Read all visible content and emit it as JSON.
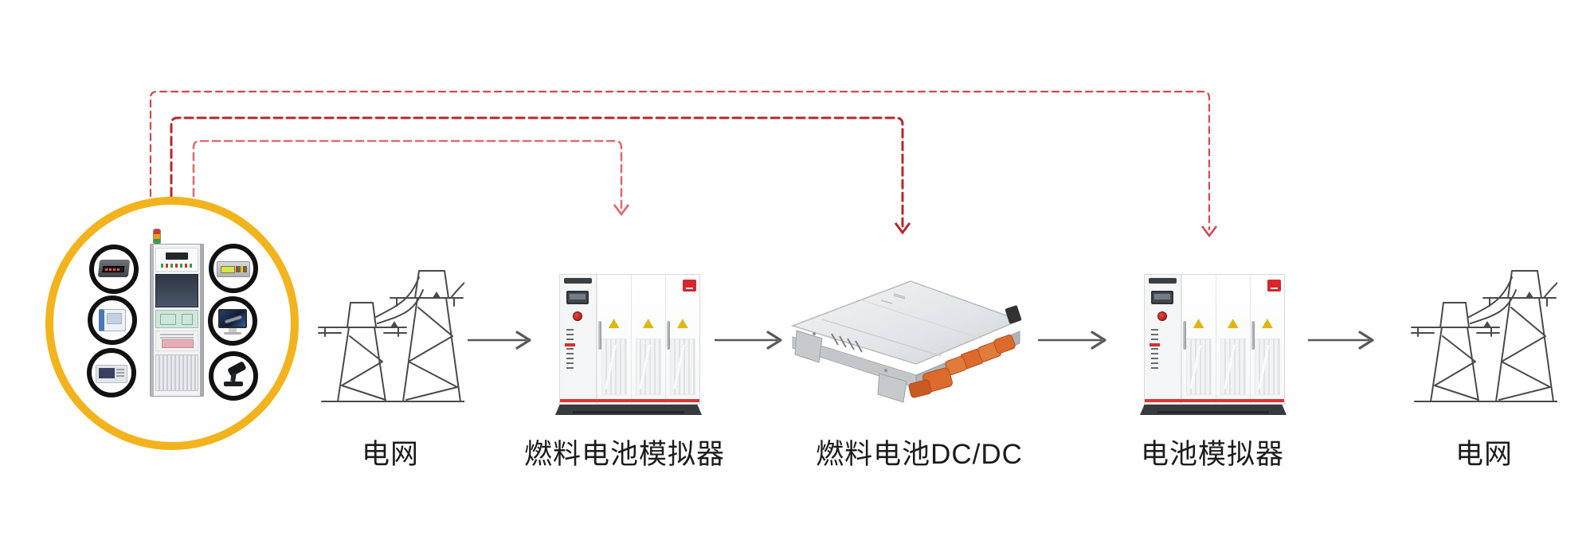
{
  "flow_nodes": [
    {
      "id": "grid-left",
      "label": "电网"
    },
    {
      "id": "fuel-cell-simulator",
      "label": "燃料电池模拟器"
    },
    {
      "id": "fuel-cell-dcdc",
      "label": "燃料电池DC/DC"
    },
    {
      "id": "battery-simulator",
      "label": "电池模拟器"
    },
    {
      "id": "grid-right",
      "label": "电网"
    }
  ],
  "connections": {
    "power_flow": [
      {
        "from": "grid-left",
        "to": "fuel-cell-simulator",
        "style": "solid-gray-arrow"
      },
      {
        "from": "fuel-cell-simulator",
        "to": "fuel-cell-dcdc",
        "style": "solid-gray-arrow"
      },
      {
        "from": "fuel-cell-dcdc",
        "to": "battery-simulator",
        "style": "solid-gray-arrow"
      },
      {
        "from": "battery-simulator",
        "to": "grid-right",
        "style": "solid-gray-arrow"
      }
    ],
    "control_links": [
      {
        "from": "control-station",
        "to": "fuel-cell-simulator",
        "style": "red-dashed-arrow"
      },
      {
        "from": "control-station",
        "to": "fuel-cell-dcdc",
        "style": "red-dashed-arrow"
      },
      {
        "from": "control-station",
        "to": "battery-simulator",
        "style": "red-dashed-arrow"
      }
    ]
  },
  "icons": {
    "control-station-circle": "yellow-ring-circle",
    "signal-tower-icon": "stacked red/amber/green light",
    "instrument-icons": [
      "power-meter-icon",
      "data-recorder-icon",
      "oscilloscope-icon",
      "rack-instrument-icon",
      "monitor-icon",
      "robot-scanner-icon"
    ],
    "transmission-tower-icon": "line-drawn pylons with catenary wires",
    "dcdc-converter-icon": "silver converter box with orange connectors"
  },
  "colors": {
    "ring_yellow": "#F2B31D",
    "dashed_red": "#CE4B4E",
    "dashed_red_dark": "#B5282C",
    "dashed_red_light": "#D97070",
    "arrow_gray": "#595959",
    "tower_line": "#4A4A4A",
    "label_text": "#1C1C1C",
    "cabinet_red": "#D8262C",
    "warning_yellow": "#DFB715",
    "dcdc_orange": "#DB6A2C",
    "plinth_dark": "#383B3E"
  }
}
